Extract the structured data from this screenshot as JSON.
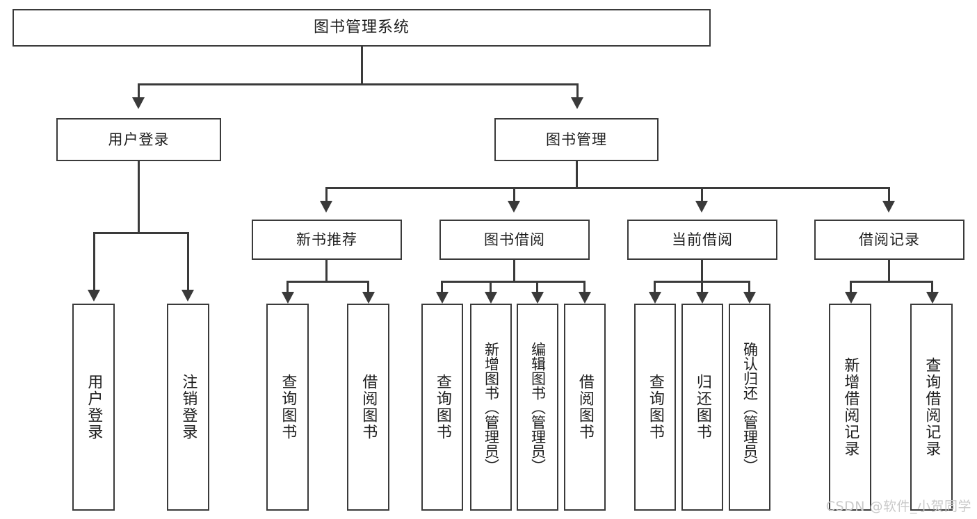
{
  "diagram": {
    "type": "tree",
    "title": "图书管理系统",
    "root": {
      "label": "图书管理系统"
    },
    "level2": [
      {
        "label": "用户登录"
      },
      {
        "label": "图书管理"
      }
    ],
    "level3": [
      {
        "label": "新书推荐"
      },
      {
        "label": "图书借阅"
      },
      {
        "label": "当前借阅"
      },
      {
        "label": "借阅记录"
      }
    ],
    "leaves": {
      "user_login": [
        {
          "label": "用户登录"
        },
        {
          "label": "注销登录"
        }
      ],
      "new_book_recommend": [
        {
          "label": "查询图书"
        },
        {
          "label": "借阅图书"
        }
      ],
      "book_borrow": [
        {
          "label": "查询图书"
        },
        {
          "label": "新增图书（管理员）"
        },
        {
          "label": "编辑图书（管理员）"
        },
        {
          "label": "借阅图书"
        }
      ],
      "current_borrow": [
        {
          "label": "查询图书"
        },
        {
          "label": "归还图书"
        },
        {
          "label": "确认归还（管理员）"
        }
      ],
      "borrow_record": [
        {
          "label": "新增借阅记录"
        },
        {
          "label": "查询借阅记录"
        }
      ]
    }
  },
  "watermark": {
    "text": "CSDN @软件_小贺同学"
  },
  "colors": {
    "stroke": "#3a3a3a",
    "text": "#1d1d1d",
    "background": "#ffffff",
    "watermark": "#c9c9c9"
  }
}
